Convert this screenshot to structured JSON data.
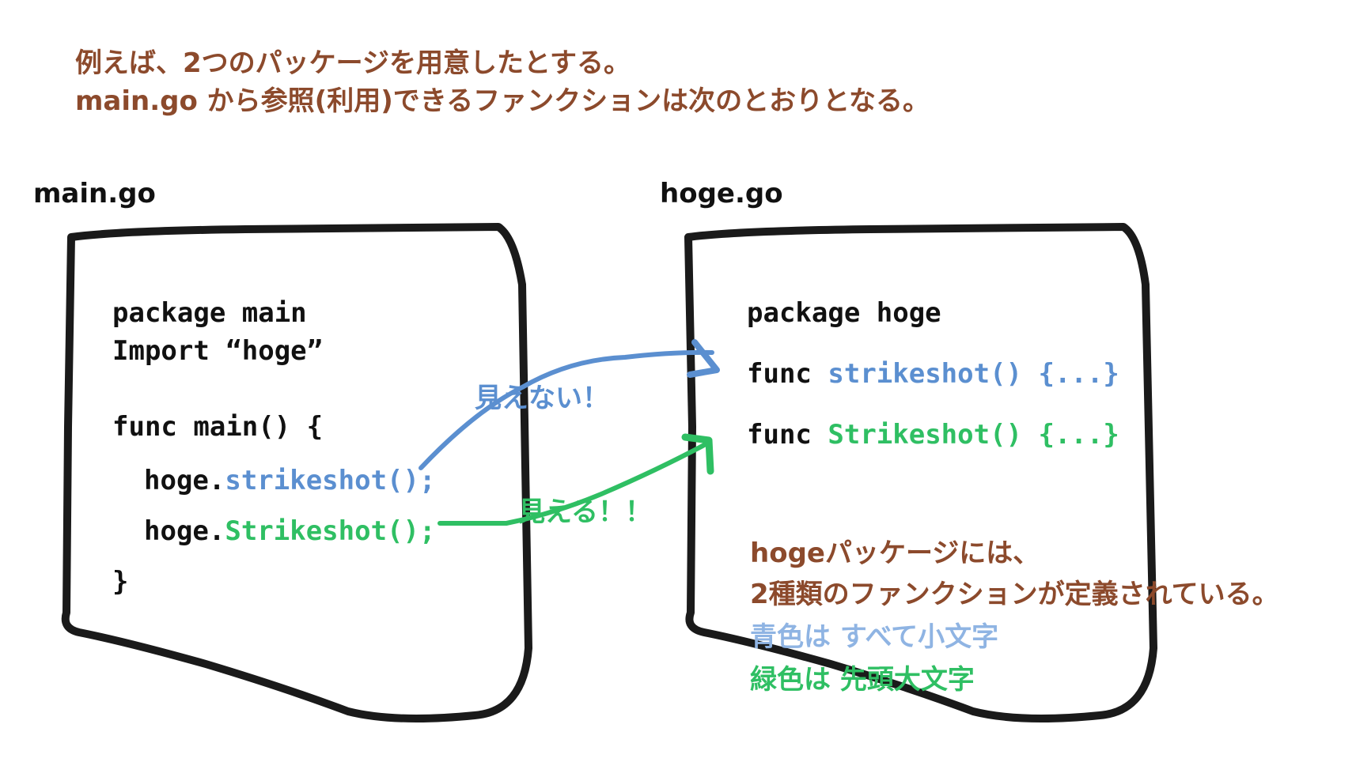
{
  "colors": {
    "brown": "#8c4a2c",
    "blue": "#5b8fd0",
    "green": "#2fbf63",
    "light_blue": "#8fb4e3",
    "black": "#111111"
  },
  "intro": {
    "line1": "例えば、2つのパッケージを用意したとする。",
    "line2": "main.go から参照(利用)できるファンクションは次のとおりとなる。"
  },
  "main_file": {
    "label": "main.go",
    "package_line": "package main",
    "import_line": "Import “hoge”",
    "func_line": "func main() {",
    "call1_prefix": "hoge.",
    "call1_name": "strikeshot();",
    "call2_prefix": "hoge.",
    "call2_name": "Strikeshot();",
    "close_brace": "}"
  },
  "hoge_file": {
    "label": "hoge.go",
    "package_line": "package hoge",
    "func1_keyword": "func",
    "func1_sig": "strikeshot() {...}",
    "func2_keyword": "func",
    "func2_sig": "Strikeshot() {...}"
  },
  "arrows": {
    "invisible_label": "見えない！",
    "visible_label": "見える！！"
  },
  "notes": {
    "line1": "hogeパッケージには、",
    "line2": "2種類のファンクションが定義されている。",
    "line3": "青色は すべて小文字",
    "line4": "緑色は 先頭大文字"
  }
}
